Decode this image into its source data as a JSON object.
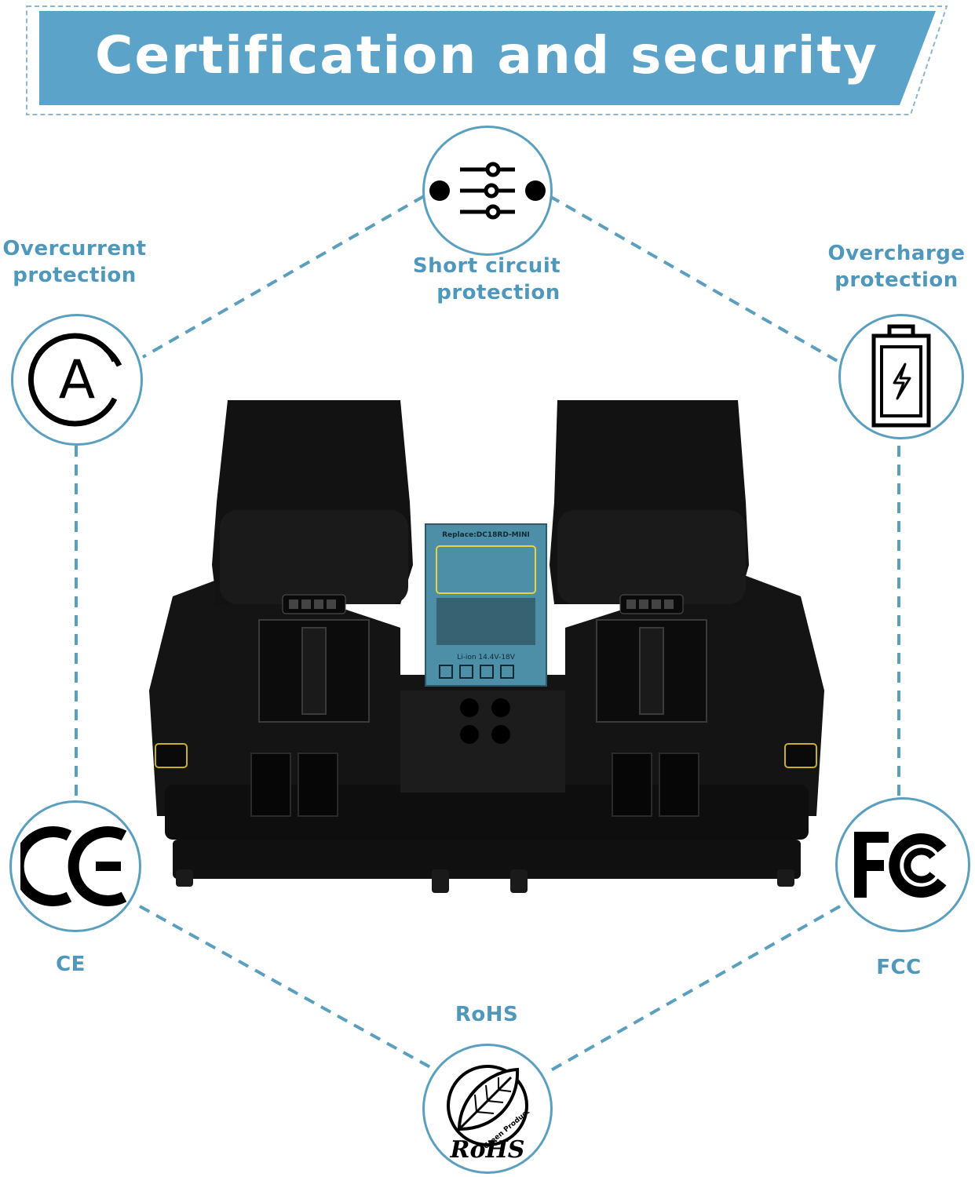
{
  "banner": {
    "title": "Certification and security"
  },
  "features": [
    {
      "id": "short-circuit",
      "line1": "Short circuit",
      "line2": "protection",
      "icon": "sliders-icon"
    },
    {
      "id": "overcurrent",
      "line1": "Overcurrent",
      "line2": "protection",
      "icon": "ampere-icon"
    },
    {
      "id": "overcharge",
      "line1": "Overcharge",
      "line2": "protection",
      "icon": "battery-charge-icon"
    },
    {
      "id": "ce",
      "line1": "CE",
      "icon": "ce-mark-icon"
    },
    {
      "id": "fcc",
      "line1": "FCC",
      "icon": "fcc-mark-icon"
    },
    {
      "id": "rohs",
      "line1": "RoHS",
      "icon": "rohs-leaf-icon"
    }
  ],
  "icon_text": {
    "ampere": "A",
    "rohs_mark": "RoHS",
    "rohs_ring": "Green Product"
  },
  "product": {
    "panel_title": "Replace:DC18RD-MINI",
    "panel_voltage": "Li-ion 14.4V-18V"
  },
  "colors": {
    "accent": "#5ba3c8",
    "label": "#4f98bb",
    "ring": "#5b9fbe",
    "device": "#151515"
  }
}
